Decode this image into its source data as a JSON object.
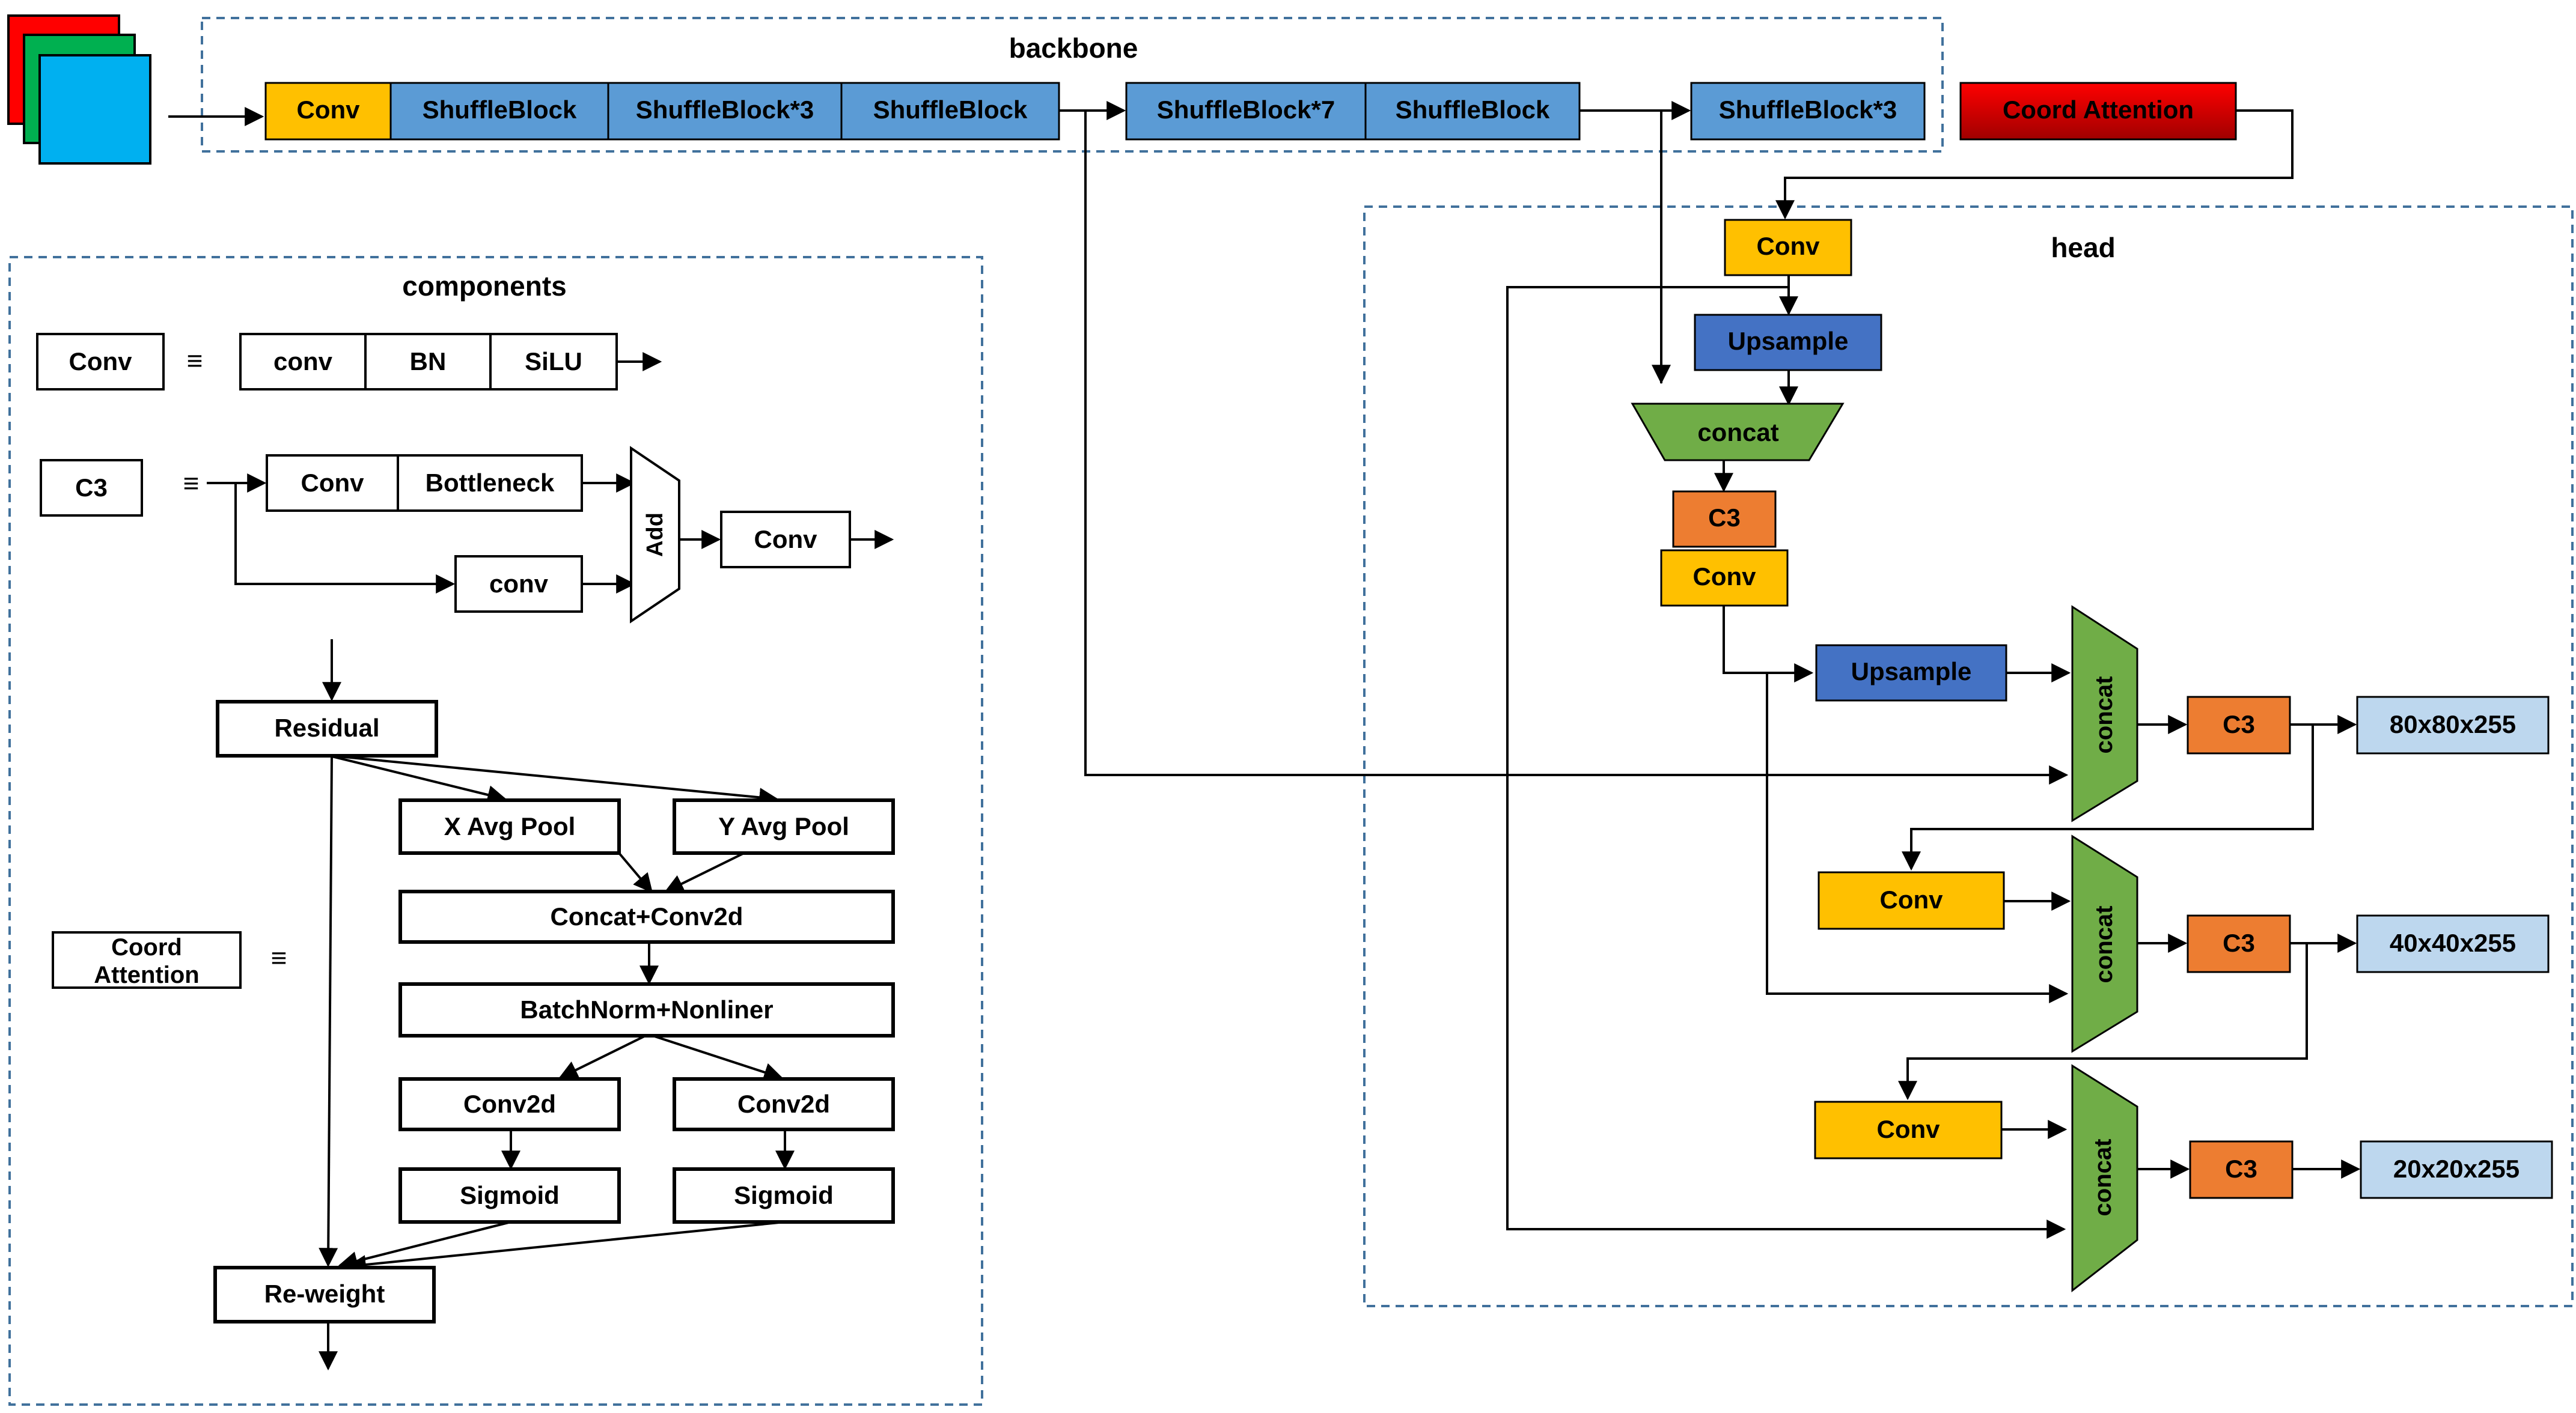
{
  "sections": {
    "backbone": "backbone",
    "head": "head",
    "components": "components"
  },
  "backbone": {
    "conv": "Conv",
    "shuffle1": "ShuffleBlock",
    "shuffle3a": "ShuffleBlock*3",
    "shuffle2": "ShuffleBlock",
    "shuffle7": "ShuffleBlock*7",
    "shuffle4": "ShuffleBlock",
    "shuffle3b": "ShuffleBlock*3",
    "coord": "Coord Attention"
  },
  "head": {
    "conv1": "Conv",
    "upsample1": "Upsample",
    "concat1": "concat",
    "c3_1": "C3",
    "conv2": "Conv",
    "upsample2": "Upsample",
    "concat2": "concat",
    "c3_2": "C3",
    "out1": "80x80x255",
    "conv3": "Conv",
    "concat3": "concat",
    "c3_3": "C3",
    "out2": "40x40x255",
    "conv4": "Conv",
    "concat4": "concat",
    "c3_4": "C3",
    "out3": "20x20x255"
  },
  "components": {
    "conv_def": {
      "name": "Conv",
      "eq": "≡",
      "parts": [
        "conv",
        "BN",
        "SiLU"
      ]
    },
    "c3_def": {
      "name": "C3",
      "eq": "≡",
      "conv": "Conv",
      "bottleneck": "Bottleneck",
      "conv_lower": "conv",
      "add": "Add",
      "conv_out": "Conv"
    },
    "coord_def": {
      "name_line1": "Coord",
      "name_line2": "Attention",
      "eq": "≡",
      "residual": "Residual",
      "xpool": "X Avg Pool",
      "ypool": "Y Avg Pool",
      "concat": "Concat+Conv2d",
      "bn": "BatchNorm+Nonliner",
      "conv2d_l": "Conv2d",
      "conv2d_r": "Conv2d",
      "sig_l": "Sigmoid",
      "sig_r": "Sigmoid",
      "reweight": "Re-weight"
    }
  },
  "colors": {
    "yellow": "#ffc000",
    "blue": "#5b9bd5",
    "dark_blue": "#4472c4",
    "green": "#70ad47",
    "orange": "#ed7d31",
    "light_blue": "#bdd7ee",
    "red_top": "#ff0000",
    "red_bottom": "#c00000",
    "dash": "#41719c"
  }
}
